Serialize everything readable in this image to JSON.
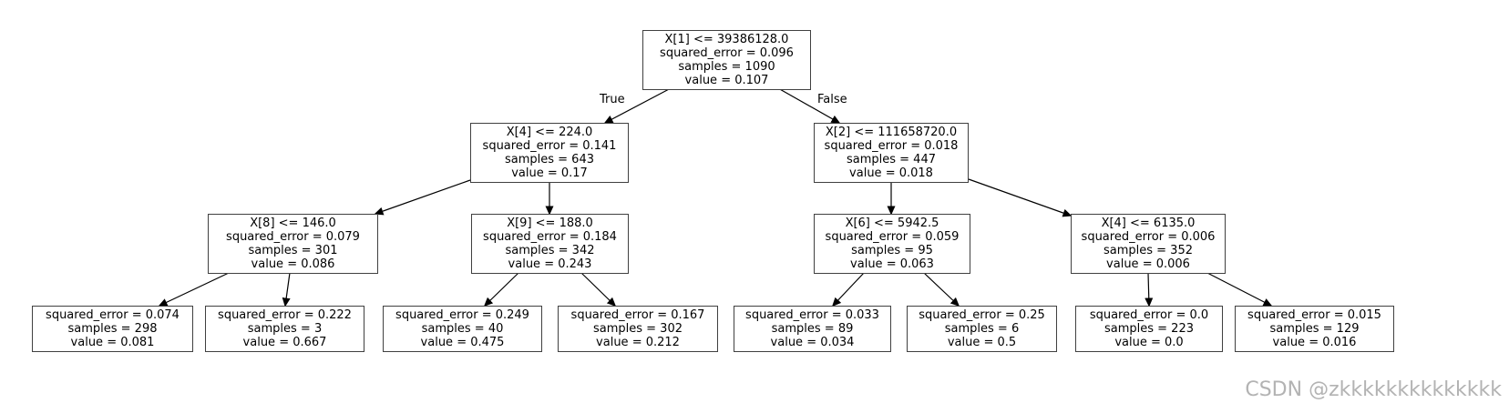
{
  "edge_labels": {
    "true_label": "True",
    "false_label": "False"
  },
  "watermark": "CSDN @zkkkkkkkkkkkkkk",
  "colors": {
    "node_border": "#404040",
    "edge_line": "#000000",
    "text": "#000000",
    "watermark": "#b3b3b3",
    "background": "#ffffff"
  },
  "tree": {
    "nodes": {
      "root": {
        "lines": [
          "X[1] <= 39386128.0",
          "squared_error = 0.096",
          "samples = 1090",
          "value = 0.107"
        ]
      },
      "l": {
        "lines": [
          "X[4] <= 224.0",
          "squared_error = 0.141",
          "samples = 643",
          "value = 0.17"
        ]
      },
      "r": {
        "lines": [
          "X[2] <= 111658720.0",
          "squared_error = 0.018",
          "samples = 447",
          "value = 0.018"
        ]
      },
      "ll": {
        "lines": [
          "X[8] <= 146.0",
          "squared_error = 0.079",
          "samples = 301",
          "value = 0.086"
        ]
      },
      "lr": {
        "lines": [
          "X[9] <= 188.0",
          "squared_error = 0.184",
          "samples = 342",
          "value = 0.243"
        ]
      },
      "rl": {
        "lines": [
          "X[6] <= 5942.5",
          "squared_error = 0.059",
          "samples = 95",
          "value = 0.063"
        ]
      },
      "rr": {
        "lines": [
          "X[4] <= 6135.0",
          "squared_error = 0.006",
          "samples = 352",
          "value = 0.006"
        ]
      },
      "lll": {
        "lines": [
          "squared_error = 0.074",
          "samples = 298",
          "value = 0.081"
        ]
      },
      "llr": {
        "lines": [
          "squared_error = 0.222",
          "samples = 3",
          "value = 0.667"
        ]
      },
      "lrl": {
        "lines": [
          "squared_error = 0.249",
          "samples = 40",
          "value = 0.475"
        ]
      },
      "lrr": {
        "lines": [
          "squared_error = 0.167",
          "samples = 302",
          "value = 0.212"
        ]
      },
      "rll": {
        "lines": [
          "squared_error = 0.033",
          "samples = 89",
          "value = 0.034"
        ]
      },
      "rlr": {
        "lines": [
          "squared_error = 0.25",
          "samples = 6",
          "value = 0.5"
        ]
      },
      "rrl": {
        "lines": [
          "squared_error = 0.0",
          "samples = 223",
          "value = 0.0"
        ]
      },
      "rrr": {
        "lines": [
          "squared_error = 0.015",
          "samples = 129",
          "value = 0.016"
        ]
      }
    }
  }
}
